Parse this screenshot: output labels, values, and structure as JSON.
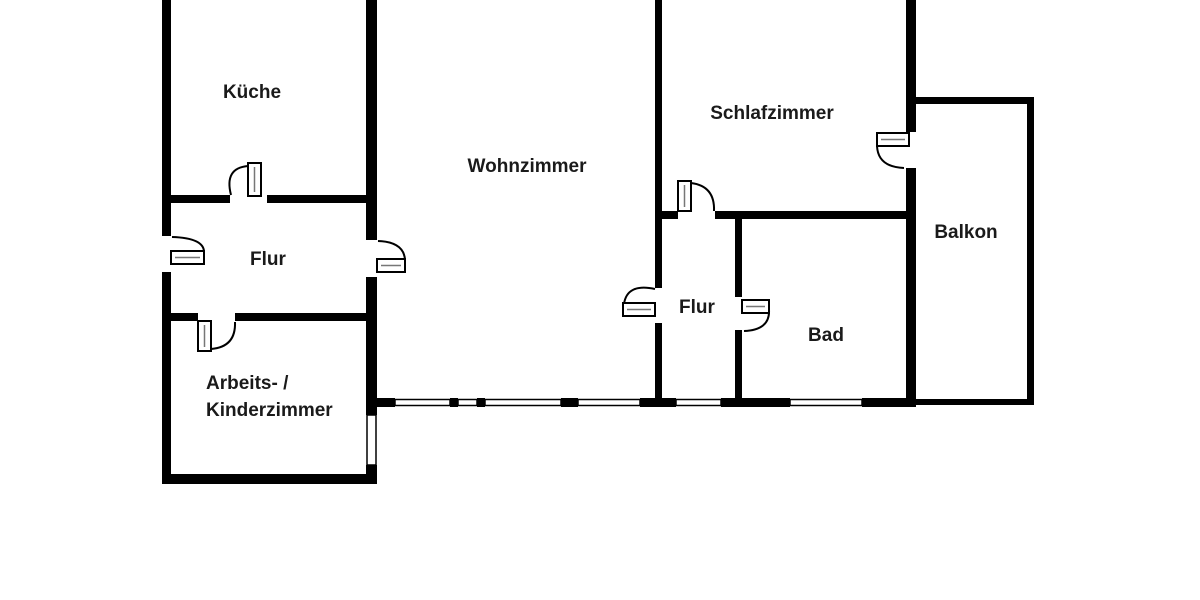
{
  "floorplan": {
    "type": "apartment-floor-plan",
    "background": "#ffffff",
    "wall_color": "#000000",
    "text_color": "#1a1a1a",
    "rooms": {
      "kueche": "Küche",
      "wohnzimmer": "Wohnzimmer",
      "schlafzimmer": "Schlafzimmer",
      "flur_links": "Flur",
      "flur_rechts": "Flur",
      "bad": "Bad",
      "balkon": "Balkon",
      "arbeitszimmer_line1": "Arbeits- /",
      "arbeitszimmer_line2": "Kinderzimmer"
    }
  }
}
